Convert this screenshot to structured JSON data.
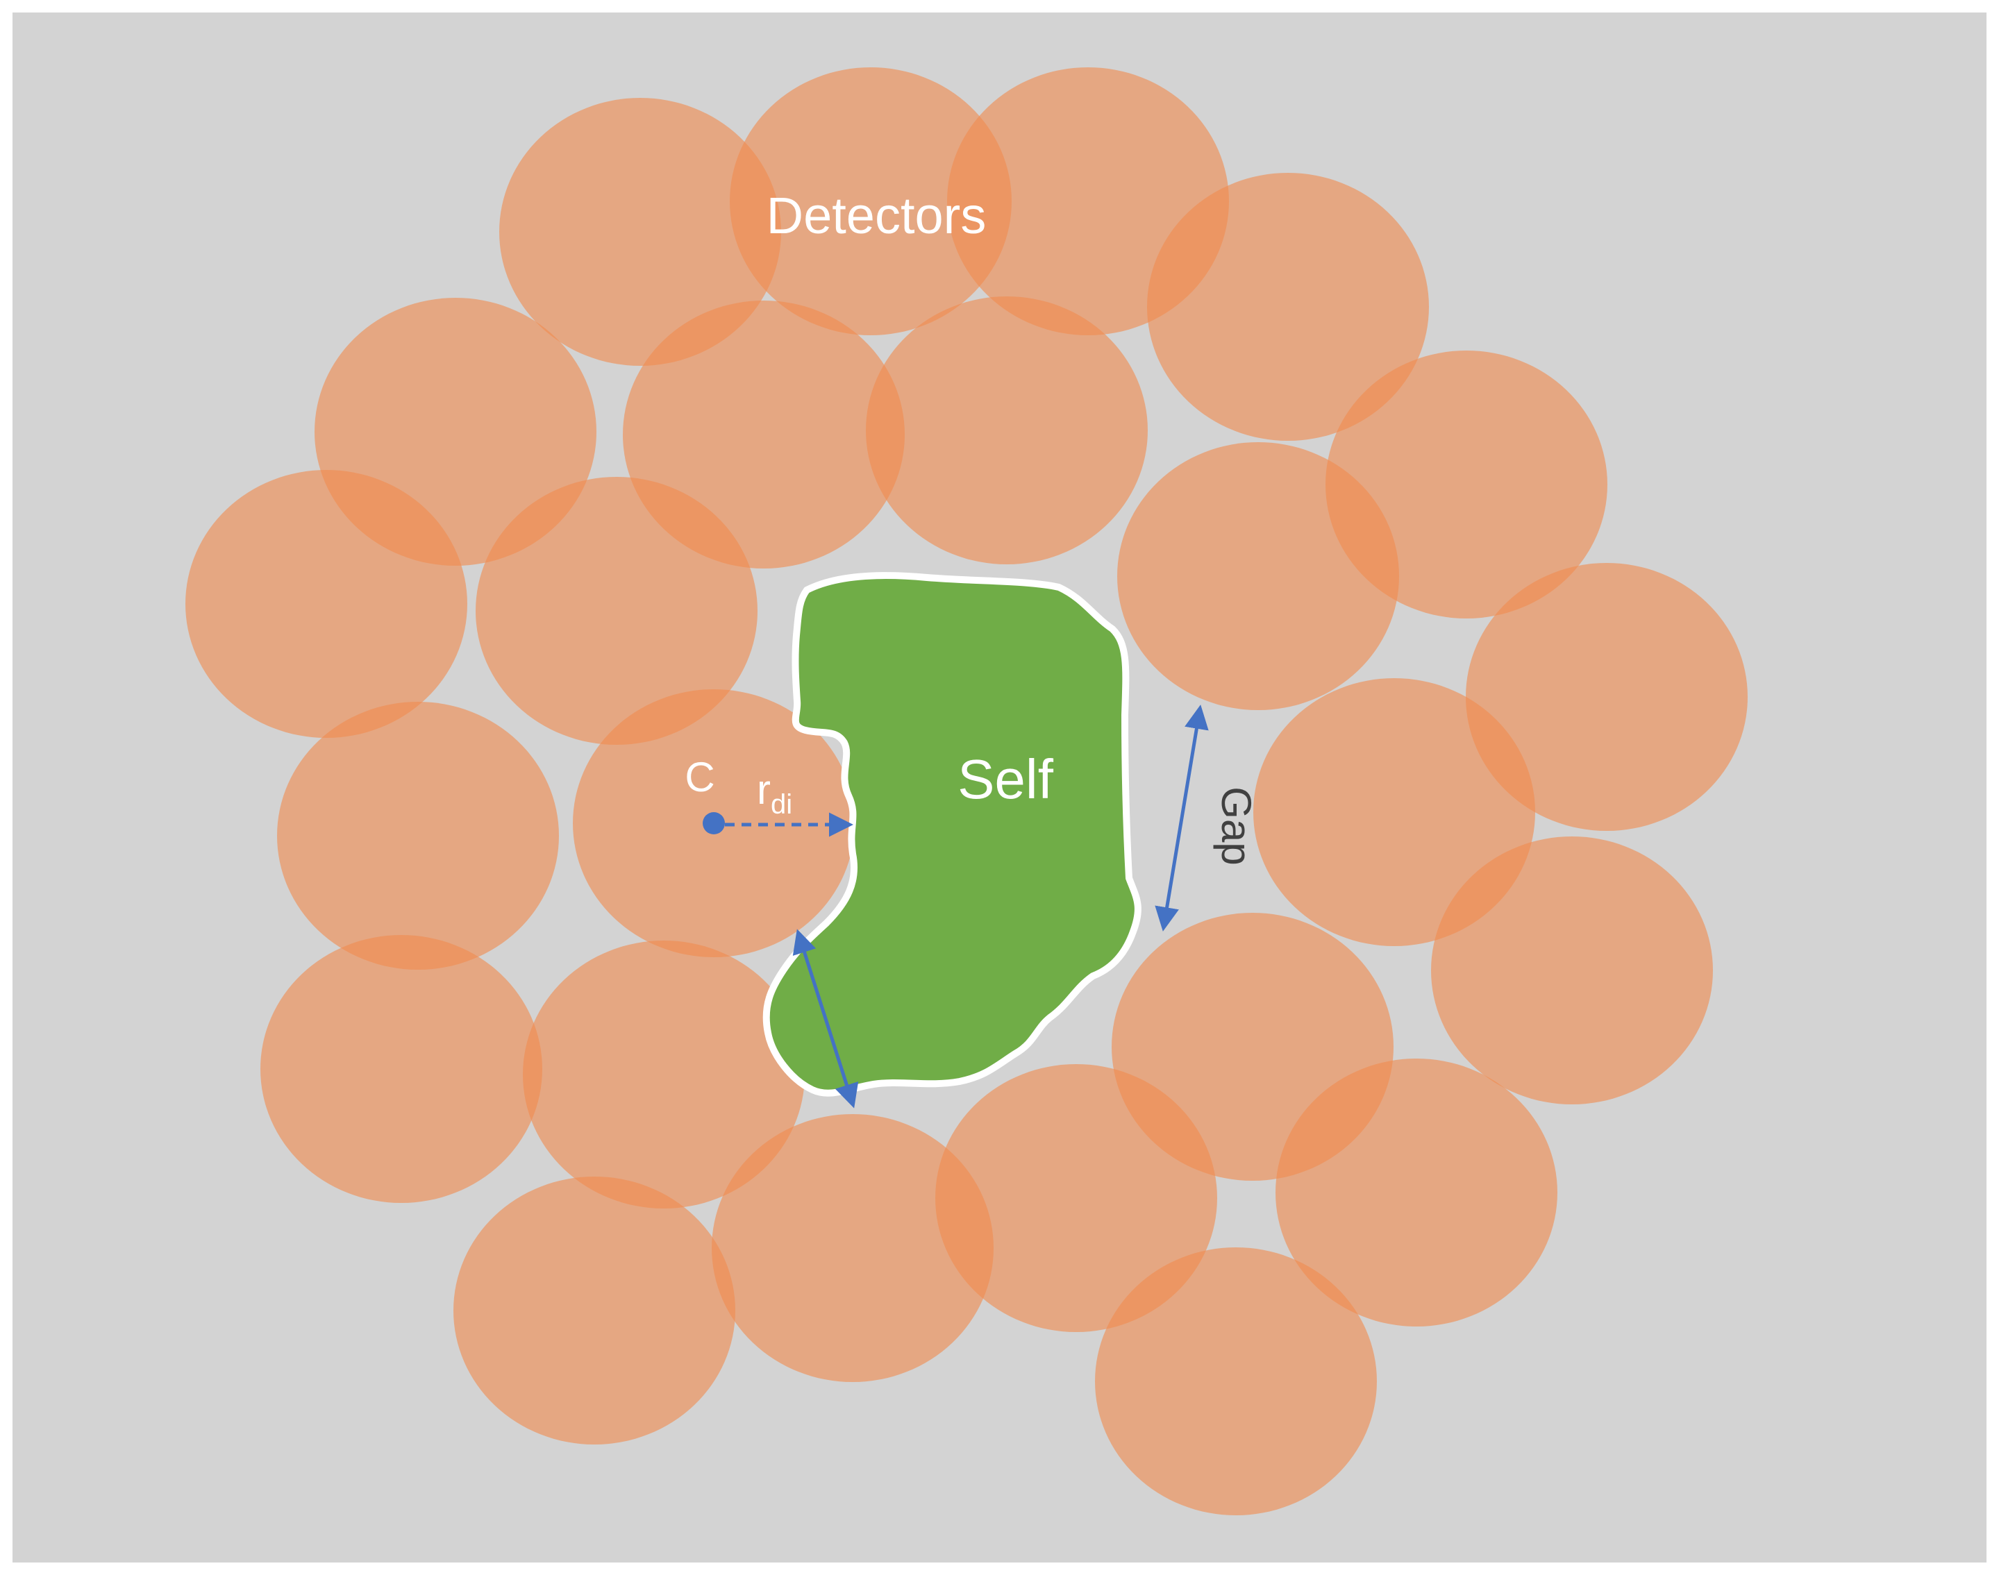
{
  "labels": {
    "detectors": "Detectors",
    "self": "Self",
    "center": "C",
    "radius_main": "r",
    "radius_sub": "di",
    "gap": "Gap"
  },
  "colors": {
    "background": "#d3d3d3",
    "detector_fill": "#f08c50",
    "detector_opacity": "0.62",
    "self_fill": "#70ad47",
    "self_outline": "#ffffff",
    "arrow": "#4472c4",
    "label": "#ffffff",
    "gap_label": "#404040"
  }
}
